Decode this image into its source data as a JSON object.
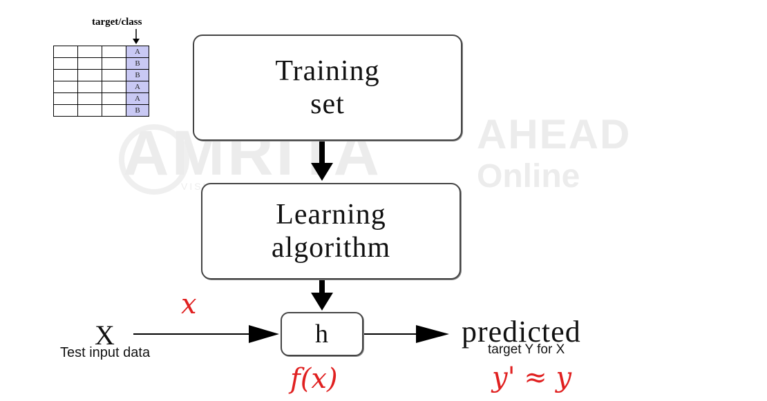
{
  "watermark": {
    "main": "AMRITA",
    "side": "AHEAD",
    "online": "Online",
    "sub": "VISHWA VIDYAPEETHAM"
  },
  "table": {
    "header_label": "target/class",
    "targets": [
      "A",
      "B",
      "B",
      "A",
      "A",
      "B"
    ]
  },
  "boxes": {
    "training": [
      "Training",
      "set"
    ],
    "learning": [
      "Learning",
      "algorithm"
    ],
    "hypothesis": "h"
  },
  "labels": {
    "x": "X",
    "x_caption": "Test input data",
    "predicted": "predicted",
    "predicted_caption": "target Y for X"
  },
  "annotations": {
    "x": "x",
    "fx": "f(x)",
    "y_approx": "y' ≈ y"
  },
  "colors": {
    "annotation": "#e02020",
    "target_column": "#c9c9f4"
  }
}
